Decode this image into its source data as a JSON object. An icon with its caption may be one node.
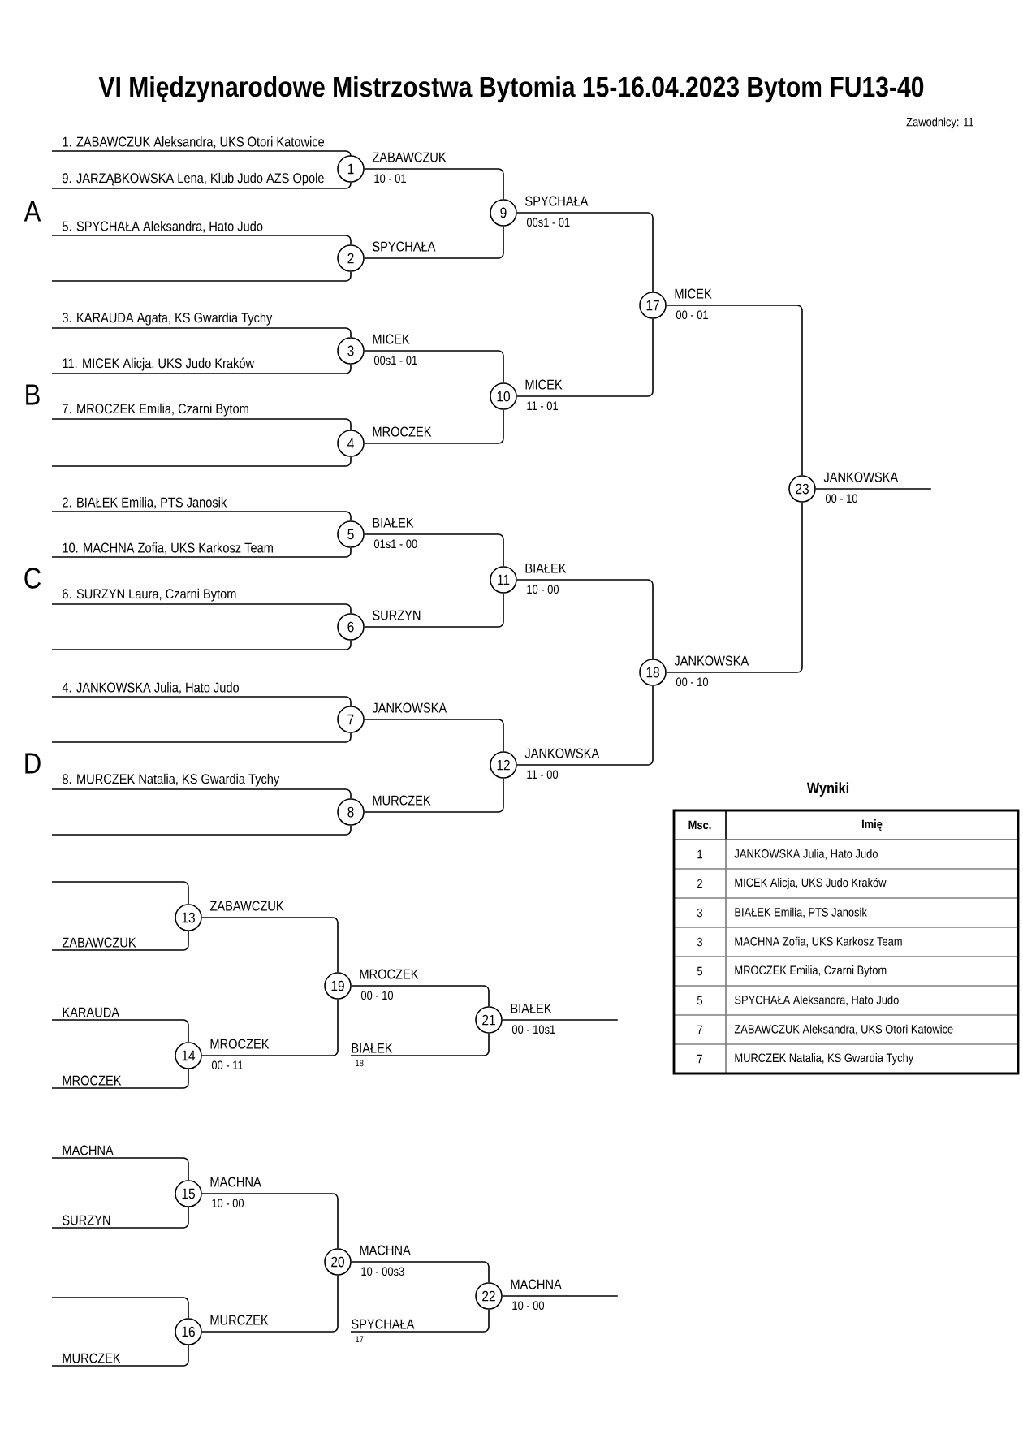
{
  "diagram": {
    "title": "VI Międzynarodowe Mistrzostwa Bytomia  15-16.04.2023  Bytom   FU13-40",
    "nodes": [
      {
        "text": [
          "1. ZABAWCZUK Aleksandra, UKS Otori Katowice"
        ]
      },
      {
        "text": [
          "9. JARZĄBKOWSKA Lena, Klub Judo AZS Opole"
        ]
      },
      {
        "text": [
          "1"
        ],
        "beside": [
          "ZABAWCZUK",
          "10 - 01"
        ]
      },
      {
        "text": [
          "5. SPYCHAŁA Aleksandra, Hato Judo"
        ]
      },
      {
        "text": [
          "2"
        ],
        "beside": [
          "SPYCHAŁA"
        ]
      },
      {
        "text": [
          "9"
        ],
        "beside": [
          "SPYCHAŁA",
          "00s1 - 01"
        ]
      },
      {
        "text": [
          "3. KARAUDA Agata, KS Gwardia Tychy"
        ]
      },
      {
        "text": [
          "11. MICEK Alicja, UKS Judo Kraków"
        ]
      },
      {
        "text": [
          "3"
        ],
        "beside": [
          "MICEK",
          "00s1 - 01"
        ]
      },
      {
        "text": [
          "7. MROCZEK Emilia, Czarni Bytom"
        ]
      },
      {
        "text": [
          "4"
        ],
        "beside": [
          "MROCZEK"
        ]
      },
      {
        "text": [
          "10"
        ],
        "beside": [
          "MICEK",
          "11 - 01"
        ]
      },
      {
        "text": [
          "17"
        ],
        "beside": [
          "MICEK",
          "00 - 01"
        ]
      },
      {
        "text": [
          "2. BIAŁEK Emilia, PTS Janosik"
        ]
      },
      {
        "text": [
          "10. MACHNA Zofia, UKS Karkosz Team"
        ]
      },
      {
        "text": [
          "5"
        ],
        "beside": [
          "BIAŁEK",
          "01s1 - 00"
        ]
      },
      {
        "text": [
          "6. SURZYN Laura, Czarni Bytom"
        ]
      },
      {
        "text": [
          "6"
        ],
        "beside": [
          "SURZYN"
        ]
      },
      {
        "text": [
          "11"
        ],
        "beside": [
          "BIAŁEK",
          "10 - 00"
        ]
      },
      {
        "text": [
          "4. JANKOWSKA Julia, Hato Judo"
        ]
      },
      {
        "text": [
          "7"
        ],
        "beside": [
          "JANKOWSKA"
        ]
      },
      {
        "text": [
          "8. MURCZEK Natalia, KS Gwardia Tychy"
        ]
      },
      {
        "text": [
          "8"
        ],
        "beside": [
          "MURCZEK"
        ]
      },
      {
        "text": [
          "12"
        ],
        "beside": [
          "JANKOWSKA",
          "11 - 00"
        ]
      },
      {
        "text": [
          "18"
        ],
        "beside": [
          "JANKOWSKA",
          "00 - 10"
        ]
      },
      {
        "text": [
          "23"
        ],
        "beside": [
          "JANKOWSKA",
          "00 - 10"
        ]
      },
      {
        "text": [
          "13"
        ],
        "beside": [
          "ZABAWCZUK"
        ]
      },
      {
        "text": [
          "ZABAWCZUK"
        ]
      },
      {
        "text": [
          "KARAUDA"
        ]
      },
      {
        "text": [
          "14"
        ],
        "beside": [
          "MROCZEK",
          "00 - 11"
        ]
      },
      {
        "text": [
          "MROCZEK"
        ]
      },
      {
        "text": [
          "19"
        ],
        "beside": [
          "MROCZEK",
          "00 - 10"
        ]
      },
      {
        "text": [
          "21"
        ],
        "beside": [
          "BIAŁEK",
          "00 - 10s1"
        ]
      },
      {
        "text": [
          "BIAŁEK"
        ],
        "beside": [
          "18"
        ]
      },
      {
        "text": [
          "MACHNA"
        ]
      },
      {
        "text": [
          "15"
        ],
        "beside": [
          "MACHNA",
          "10 - 00"
        ]
      },
      {
        "text": [
          "SURZYN"
        ]
      },
      {
        "text": [
          "20"
        ],
        "beside": [
          "MACHNA",
          "10 - 00s3"
        ]
      },
      {
        "text": [
          "22"
        ],
        "beside": [
          "MACHNA",
          "10 - 00"
        ]
      },
      {
        "text": [
          "16"
        ],
        "beside": [
          "MURCZEK"
        ]
      },
      {
        "text": [
          "SPYCHAŁA"
        ],
        "beside": [
          "17"
        ]
      },
      {
        "text": [
          "MURCZEK"
        ]
      }
    ],
    "edges": [
      {
        "from": 0,
        "to": 2,
        "arrow": "none"
      },
      {
        "from": 1,
        "to": 2,
        "arrow": "none"
      },
      {
        "from": 3,
        "to": 4,
        "arrow": "none"
      },
      {
        "from": 2,
        "to": 5,
        "arrow": "none"
      },
      {
        "from": 4,
        "to": 5,
        "arrow": "none"
      },
      {
        "from": 6,
        "to": 8,
        "arrow": "none"
      },
      {
        "from": 7,
        "to": 8,
        "arrow": "none"
      },
      {
        "from": 9,
        "to": 10,
        "arrow": "none"
      },
      {
        "from": 8,
        "to": 11,
        "arrow": "none"
      },
      {
        "from": 10,
        "to": 11,
        "arrow": "none"
      },
      {
        "from": 5,
        "to": 12,
        "arrow": "none"
      },
      {
        "from": 11,
        "to": 12,
        "arrow": "none"
      },
      {
        "from": 13,
        "to": 15,
        "arrow": "none"
      },
      {
        "from": 14,
        "to": 15,
        "arrow": "none"
      },
      {
        "from": 16,
        "to": 17,
        "arrow": "none"
      },
      {
        "from": 15,
        "to": 18,
        "arrow": "none"
      },
      {
        "from": 17,
        "to": 18,
        "arrow": "none"
      },
      {
        "from": 19,
        "to": 20,
        "arrow": "none"
      },
      {
        "from": 21,
        "to": 22,
        "arrow": "none"
      },
      {
        "from": 20,
        "to": 23,
        "arrow": "none"
      },
      {
        "from": 22,
        "to": 23,
        "arrow": "none"
      },
      {
        "from": 18,
        "to": 24,
        "arrow": "none"
      },
      {
        "from": 23,
        "to": 24,
        "arrow": "none"
      },
      {
        "from": 12,
        "to": 25,
        "arrow": "none"
      },
      {
        "from": 24,
        "to": 25,
        "arrow": "none"
      },
      {
        "from": 25,
        "to": null,
        "arrow": "none"
      },
      {
        "from": 27,
        "to": 26,
        "arrow": "none"
      },
      {
        "from": 28,
        "to": 29,
        "arrow": "none"
      },
      {
        "from": 30,
        "to": 29,
        "arrow": "none"
      },
      {
        "from": 26,
        "to": 31,
        "arrow": "none"
      },
      {
        "from": 29,
        "to": 31,
        "arrow": "none"
      },
      {
        "from": 31,
        "to": 32,
        "arrow": "none"
      },
      {
        "from": 33,
        "to": 32,
        "arrow": "none"
      },
      {
        "from": 32,
        "to": null,
        "arrow": "none"
      },
      {
        "from": 34,
        "to": 35,
        "arrow": "none"
      },
      {
        "from": 36,
        "to": 35,
        "arrow": "none"
      },
      {
        "from": 35,
        "to": 37,
        "arrow": "none"
      },
      {
        "from": 39,
        "to": 37,
        "arrow": "none"
      },
      {
        "from": 37,
        "to": 38,
        "arrow": "none"
      },
      {
        "from": 40,
        "to": 38,
        "arrow": "none"
      },
      {
        "from": 38,
        "to": null,
        "arrow": "none"
      },
      {
        "from": 41,
        "to": 39,
        "arrow": "none"
      }
    ],
    "labels": [
      "Zawodnicy: 11",
      "A",
      "B",
      "C",
      "D",
      "Wyniki",
      "Msc.",
      "Imię",
      "1",
      "JANKOWSKA Julia, Hato Judo",
      "2",
      "MICEK Alicja, UKS Judo Kraków",
      "3",
      "BIAŁEK Emilia, PTS Janosik",
      "3",
      "MACHNA Zofia, UKS Karkosz Team",
      "5",
      "MROCZEK Emilia, Czarni Bytom",
      "5",
      "SPYCHAŁA Aleksandra, Hato Judo",
      "7",
      "ZABAWCZUK Aleksandra, UKS Otori Katowice",
      "7",
      "MURCZEK Natalia, KS Gwardia Tychy"
    ]
  }
}
